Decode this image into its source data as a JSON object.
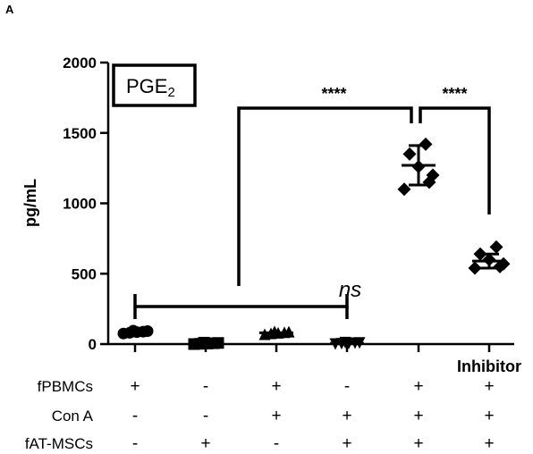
{
  "panel_label": "A",
  "chart_data": {
    "type": "scatter",
    "title": "PGE2",
    "title_main": "PGE",
    "title_subscript": "2",
    "ylabel": "pg/mL",
    "ylim": [
      0,
      2000
    ],
    "yticks": [
      "0",
      "500",
      "1000",
      "1500",
      "2000"
    ],
    "groups": [
      {
        "mean": 85,
        "sd": 12,
        "points": [
          75,
          80,
          85,
          88,
          92,
          95
        ]
      },
      {
        "mean": 5,
        "sd": 4,
        "points": [
          0,
          2,
          4,
          6,
          8,
          10
        ]
      },
      {
        "mean": 80,
        "sd": 8,
        "points": [
          70,
          76,
          80,
          84,
          88,
          90
        ]
      },
      {
        "mean": 5,
        "sd": 4,
        "points": [
          0,
          2,
          4,
          6,
          8,
          10
        ]
      },
      {
        "mean": 1270,
        "sd": 140,
        "points": [
          1100,
          1150,
          1200,
          1260,
          1350,
          1420
        ]
      },
      {
        "mean": 590,
        "sd": 50,
        "points": [
          540,
          550,
          570,
          600,
          640,
          690
        ]
      }
    ],
    "comparisons": [
      {
        "from": 0,
        "to": 3,
        "label": "ns"
      },
      {
        "from": 2,
        "to": 4,
        "label": "****"
      },
      {
        "from": 4,
        "to": 5,
        "label": "****"
      }
    ],
    "extra_label": "Inhibitor",
    "conditions": [
      {
        "name": "fPBMCs",
        "values": [
          "+",
          "-",
          "+",
          "-",
          "+",
          "+"
        ]
      },
      {
        "name": "Con A",
        "values": [
          "-",
          "-",
          "+",
          "+",
          "+",
          "+"
        ]
      },
      {
        "name": "fAT-MSCs",
        "values": [
          "-",
          "+",
          "-",
          "+",
          "+",
          "+"
        ]
      }
    ]
  }
}
